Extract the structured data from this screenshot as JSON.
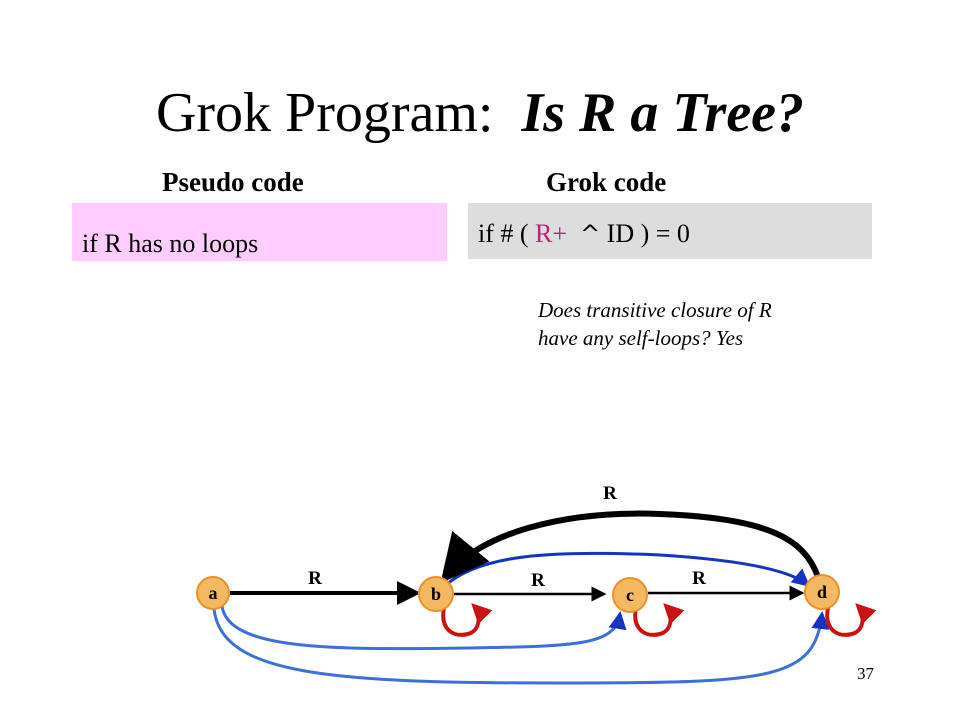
{
  "title": {
    "main": "Grok Program:",
    "emphasis": "Is R a Tree?"
  },
  "columns": {
    "pseudo_heading": "Pseudo code",
    "grok_heading": "Grok code"
  },
  "pseudo": {
    "line": "if R has no loops"
  },
  "grok": {
    "prefix": "if # ( ",
    "rplus": "R+",
    "op": "^",
    "suffix": " ID ) = 0"
  },
  "note": {
    "line1": "Does transitive closure of R",
    "line2": "have any self-loops?  Yes"
  },
  "graph": {
    "nodes": [
      "a",
      "b",
      "c",
      "d"
    ],
    "edge_label": "R",
    "colors": {
      "node_fill": "#f4b860",
      "node_stroke": "#e8902a",
      "base_edge": "#000000",
      "closure_edge": "#3d6fd8",
      "self_loop": "#cc1111"
    }
  },
  "page_number": "37"
}
